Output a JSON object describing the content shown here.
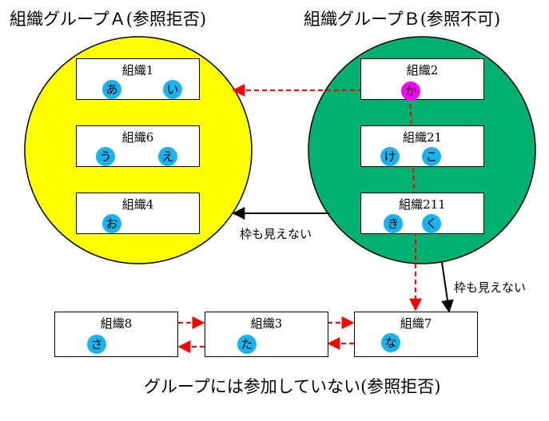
{
  "titles": {
    "group_a": "組織グループＡ(参照拒否)",
    "group_b": "組織グループＢ(参照不可)",
    "ungrouped": "グループには参加していない(参照拒否)"
  },
  "notes": {
    "hidden_left": "枠も見えない",
    "hidden_down": "枠も見えない"
  },
  "colors": {
    "group_a_fill": "#ffff00",
    "group_b_fill": "#00b070",
    "member_fill": "#19b3f0",
    "highlight_member_fill": "#ff00ff",
    "dashed_arrow": "#ff0000"
  },
  "groups": {
    "a": {
      "orgs": [
        {
          "label": "組織1",
          "members": [
            "あ",
            "い"
          ]
        },
        {
          "label": "組織6",
          "members": [
            "う",
            "え"
          ]
        },
        {
          "label": "組織4",
          "members": [
            "お"
          ]
        }
      ]
    },
    "b": {
      "orgs": [
        {
          "label": "組織2",
          "members": [
            "か"
          ]
        },
        {
          "label": "組織21",
          "members": [
            "け",
            "こ"
          ]
        },
        {
          "label": "組織211",
          "members": [
            "き",
            "く"
          ]
        }
      ]
    }
  },
  "ungrouped_orgs": [
    {
      "label": "組織8",
      "members": [
        "さ"
      ]
    },
    {
      "label": "組織3",
      "members": [
        "た"
      ]
    },
    {
      "label": "組織7",
      "members": [
        "な"
      ]
    }
  ]
}
